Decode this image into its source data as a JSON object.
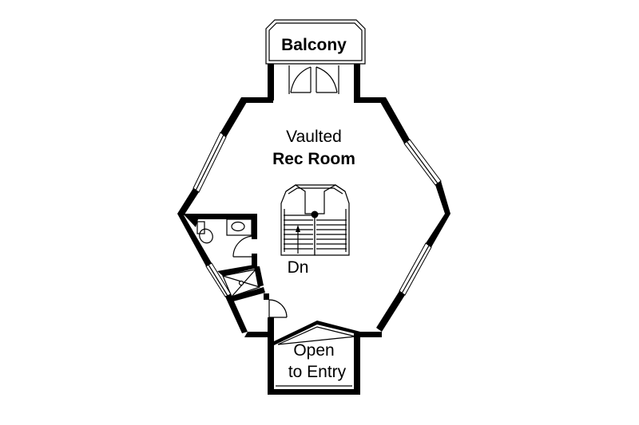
{
  "plan": {
    "balcony_label": "Balcony",
    "room_label_line1": "Vaulted",
    "room_label_line2": "Rec Room",
    "stair_label": "Dn",
    "entry_label_line1": "Open",
    "entry_label_line2": "to Entry"
  }
}
